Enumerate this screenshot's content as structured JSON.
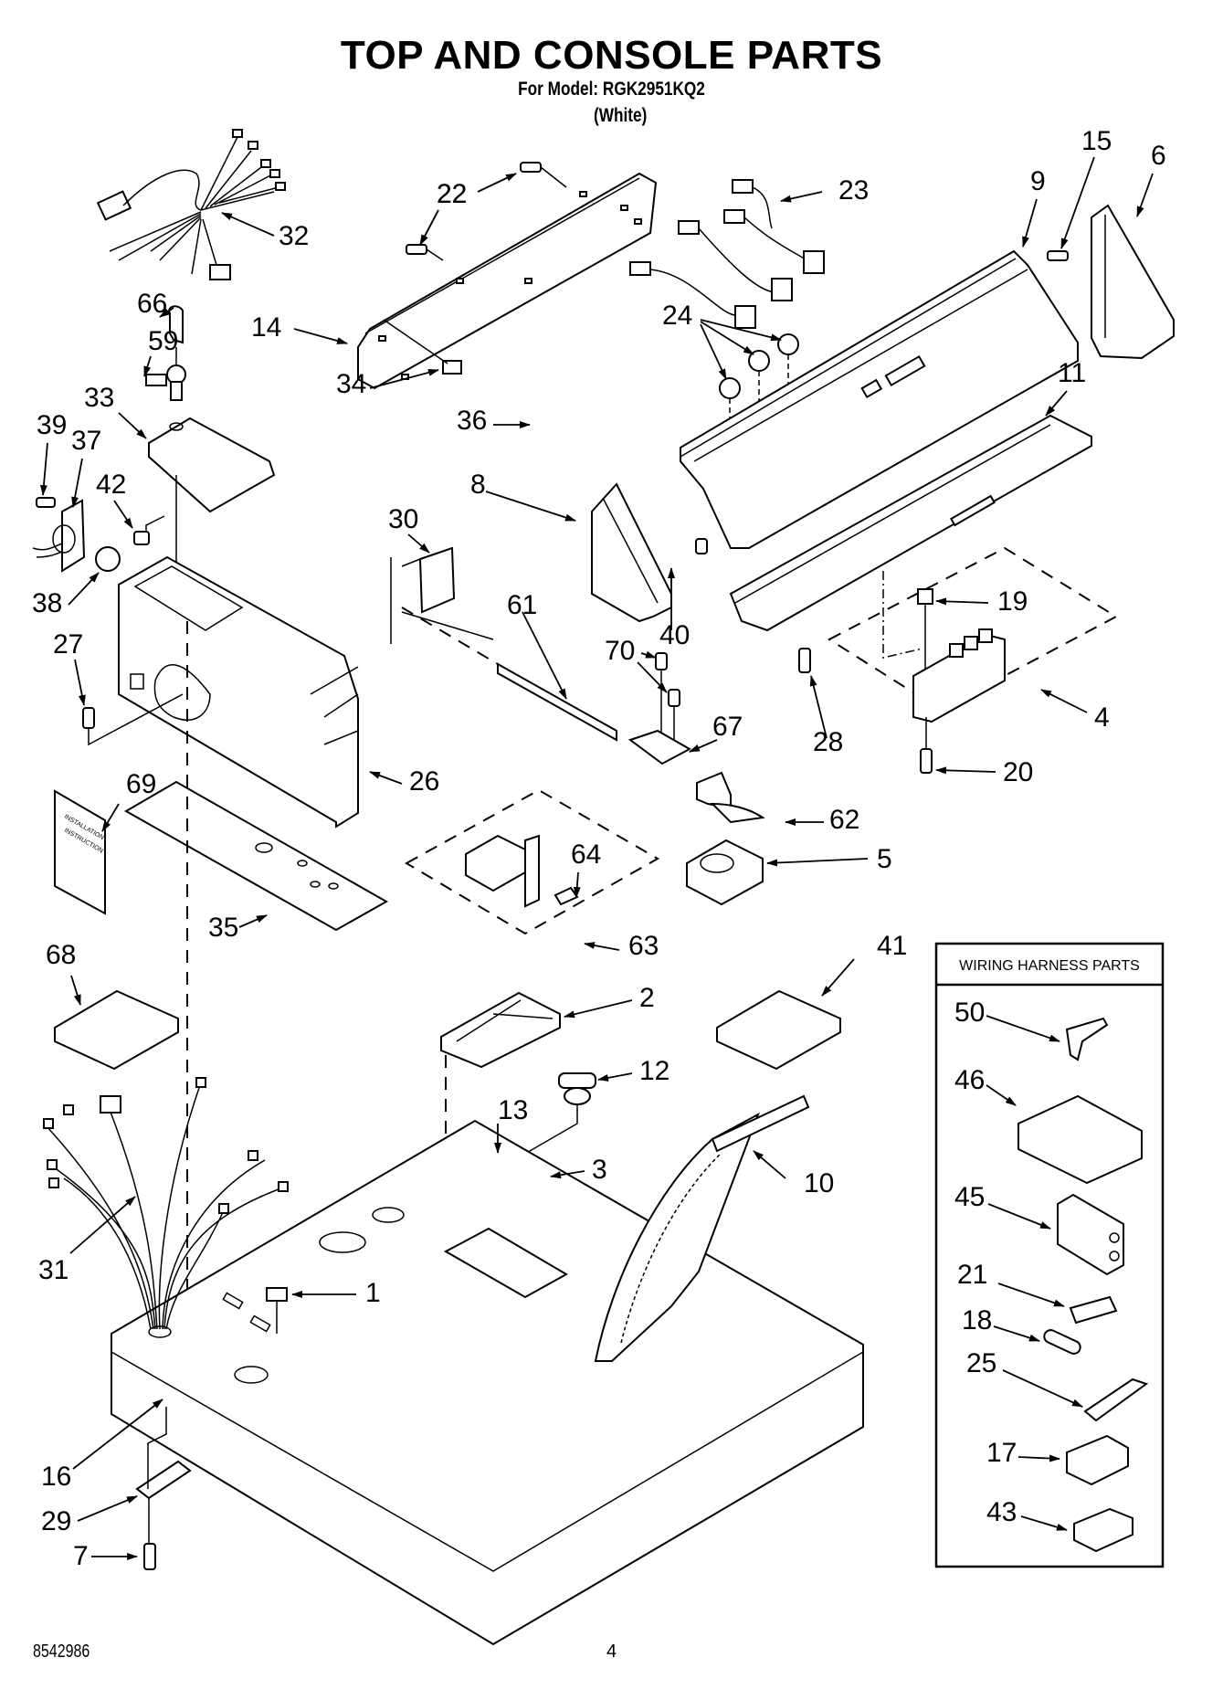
{
  "header": {
    "title": "TOP AND CONSOLE PARTS",
    "model_line": "For Model: RGK2951KQ2",
    "color_note": "(White)"
  },
  "footer": {
    "document_number": "8542986",
    "page_number": "4"
  },
  "inset_box": {
    "title": "WIRING HARNESS PARTS",
    "callouts": [
      "50",
      "46",
      "45",
      "21",
      "18",
      "25",
      "17",
      "43"
    ]
  },
  "manual_cover_text": [
    "INSTALLATION",
    "INSTRUCTION"
  ],
  "callouts": [
    {
      "id": "c32",
      "label": "32",
      "part": "wire-harness-upper"
    },
    {
      "id": "c22",
      "label": "22",
      "part": "screw"
    },
    {
      "id": "c22b",
      "label": "22",
      "part": "screw"
    },
    {
      "id": "c23",
      "label": "23",
      "part": "switch-harness"
    },
    {
      "id": "c9",
      "label": "9",
      "part": "console-panel"
    },
    {
      "id": "c15",
      "label": "15",
      "part": "screw"
    },
    {
      "id": "c6",
      "label": "6",
      "part": "end-cap-right"
    },
    {
      "id": "c66",
      "label": "66",
      "part": "key"
    },
    {
      "id": "c59",
      "label": "59",
      "part": "lock"
    },
    {
      "id": "c14",
      "label": "14",
      "part": "console-back"
    },
    {
      "id": "c24",
      "label": "24",
      "part": "knob"
    },
    {
      "id": "c11",
      "label": "11",
      "part": "console-trim"
    },
    {
      "id": "c33",
      "label": "33",
      "part": "cover-plate"
    },
    {
      "id": "c34",
      "label": "34",
      "part": "clip"
    },
    {
      "id": "c36",
      "label": "36",
      "part": "ground-wire"
    },
    {
      "id": "c39",
      "label": "39",
      "part": "screw"
    },
    {
      "id": "c37",
      "label": "37",
      "part": "bracket"
    },
    {
      "id": "c42",
      "label": "42",
      "part": "nut"
    },
    {
      "id": "c8",
      "label": "8",
      "part": "end-cap-left"
    },
    {
      "id": "c30",
      "label": "30",
      "part": "label"
    },
    {
      "id": "c38",
      "label": "38",
      "part": "knob-rotary"
    },
    {
      "id": "c61",
      "label": "61",
      "part": "strip"
    },
    {
      "id": "c40",
      "label": "40",
      "part": "screw"
    },
    {
      "id": "c19",
      "label": "19",
      "part": "button"
    },
    {
      "id": "c70",
      "label": "70",
      "part": "screw"
    },
    {
      "id": "c27",
      "label": "27",
      "part": "screw"
    },
    {
      "id": "c67",
      "label": "67",
      "part": "plate"
    },
    {
      "id": "c28",
      "label": "28",
      "part": "screw"
    },
    {
      "id": "c4",
      "label": "4",
      "part": "switch-assembly"
    },
    {
      "id": "c20",
      "label": "20",
      "part": "screw"
    },
    {
      "id": "c69",
      "label": "69",
      "part": "manual"
    },
    {
      "id": "c26",
      "label": "26",
      "part": "control-housing"
    },
    {
      "id": "c62",
      "label": "62",
      "part": "latch"
    },
    {
      "id": "c5",
      "label": "5",
      "part": "receptacle"
    },
    {
      "id": "c64",
      "label": "64",
      "part": "terminal"
    },
    {
      "id": "c35",
      "label": "35",
      "part": "gasket"
    },
    {
      "id": "c63",
      "label": "63",
      "part": "lock-assembly"
    },
    {
      "id": "c68",
      "label": "68",
      "part": "pad"
    },
    {
      "id": "c41",
      "label": "41",
      "part": "pad"
    },
    {
      "id": "c2",
      "label": "2",
      "part": "lint-screen-cover"
    },
    {
      "id": "c12",
      "label": "12",
      "part": "clip"
    },
    {
      "id": "c13",
      "label": "13",
      "part": "screw"
    },
    {
      "id": "c3",
      "label": "3",
      "part": "screw"
    },
    {
      "id": "c10",
      "label": "10",
      "part": "lint-screen"
    },
    {
      "id": "c31",
      "label": "31",
      "part": "main-harness"
    },
    {
      "id": "c1",
      "label": "1",
      "part": "clip"
    },
    {
      "id": "c16",
      "label": "16",
      "part": "top-panel"
    },
    {
      "id": "c29",
      "label": "29",
      "part": "bracket"
    },
    {
      "id": "c7",
      "label": "7",
      "part": "screw"
    }
  ]
}
